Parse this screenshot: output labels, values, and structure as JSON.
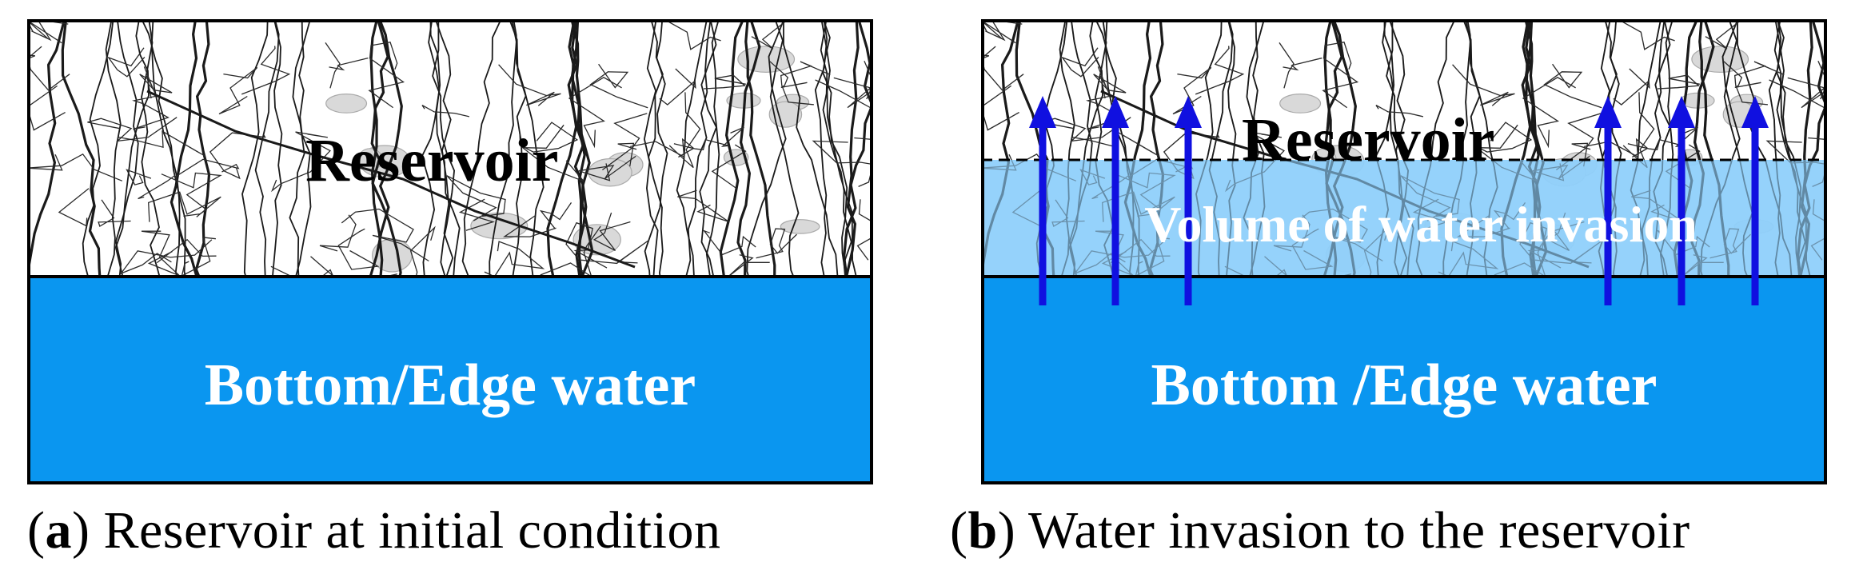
{
  "panels": [
    {
      "id": "a",
      "reservoir_label": "Reservoir",
      "water_label": "Bottom/Edge water",
      "caption": {
        "letter": "a",
        "text": "Reservoir at initial condition"
      }
    },
    {
      "id": "b",
      "reservoir_label": "Reservoir",
      "invasion_label": "Volume of water invasion",
      "water_label": "Bottom /Edge water",
      "caption": {
        "letter": "b",
        "text": "Water invasion to the reservoir"
      }
    }
  ],
  "colors": {
    "water": "#0a96f0",
    "invasion_zone": "#8fd0fb",
    "arrow": "#1010e0",
    "fracture": "#1a1a1a",
    "vug": "#d9d9d9",
    "outline": "#000000"
  }
}
